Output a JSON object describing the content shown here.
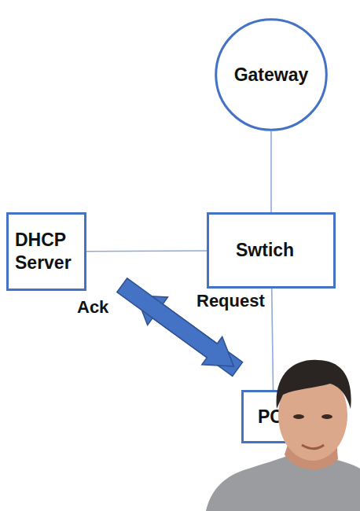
{
  "diagram": {
    "nodes": [
      {
        "text": [
          "Gateway"
        ]
      },
      {
        "text": [
          "DHCP Server"
        ]
      },
      {
        "text": [
          "Swtich"
        ]
      },
      {
        "text": [
          "PC"
        ]
      }
    ],
    "edges": [
      {
        "from": 0,
        "to": 2,
        "arrow": "none"
      },
      {
        "from": 1,
        "to": 2,
        "arrow": "none"
      },
      {
        "from": 2,
        "to": 3,
        "arrow": "none"
      },
      {
        "from": 3,
        "to": 1,
        "label": "Request",
        "arrow": "to"
      },
      {
        "from": 1,
        "to": 3,
        "label": "Ack",
        "arrow": "to"
      }
    ]
  }
}
